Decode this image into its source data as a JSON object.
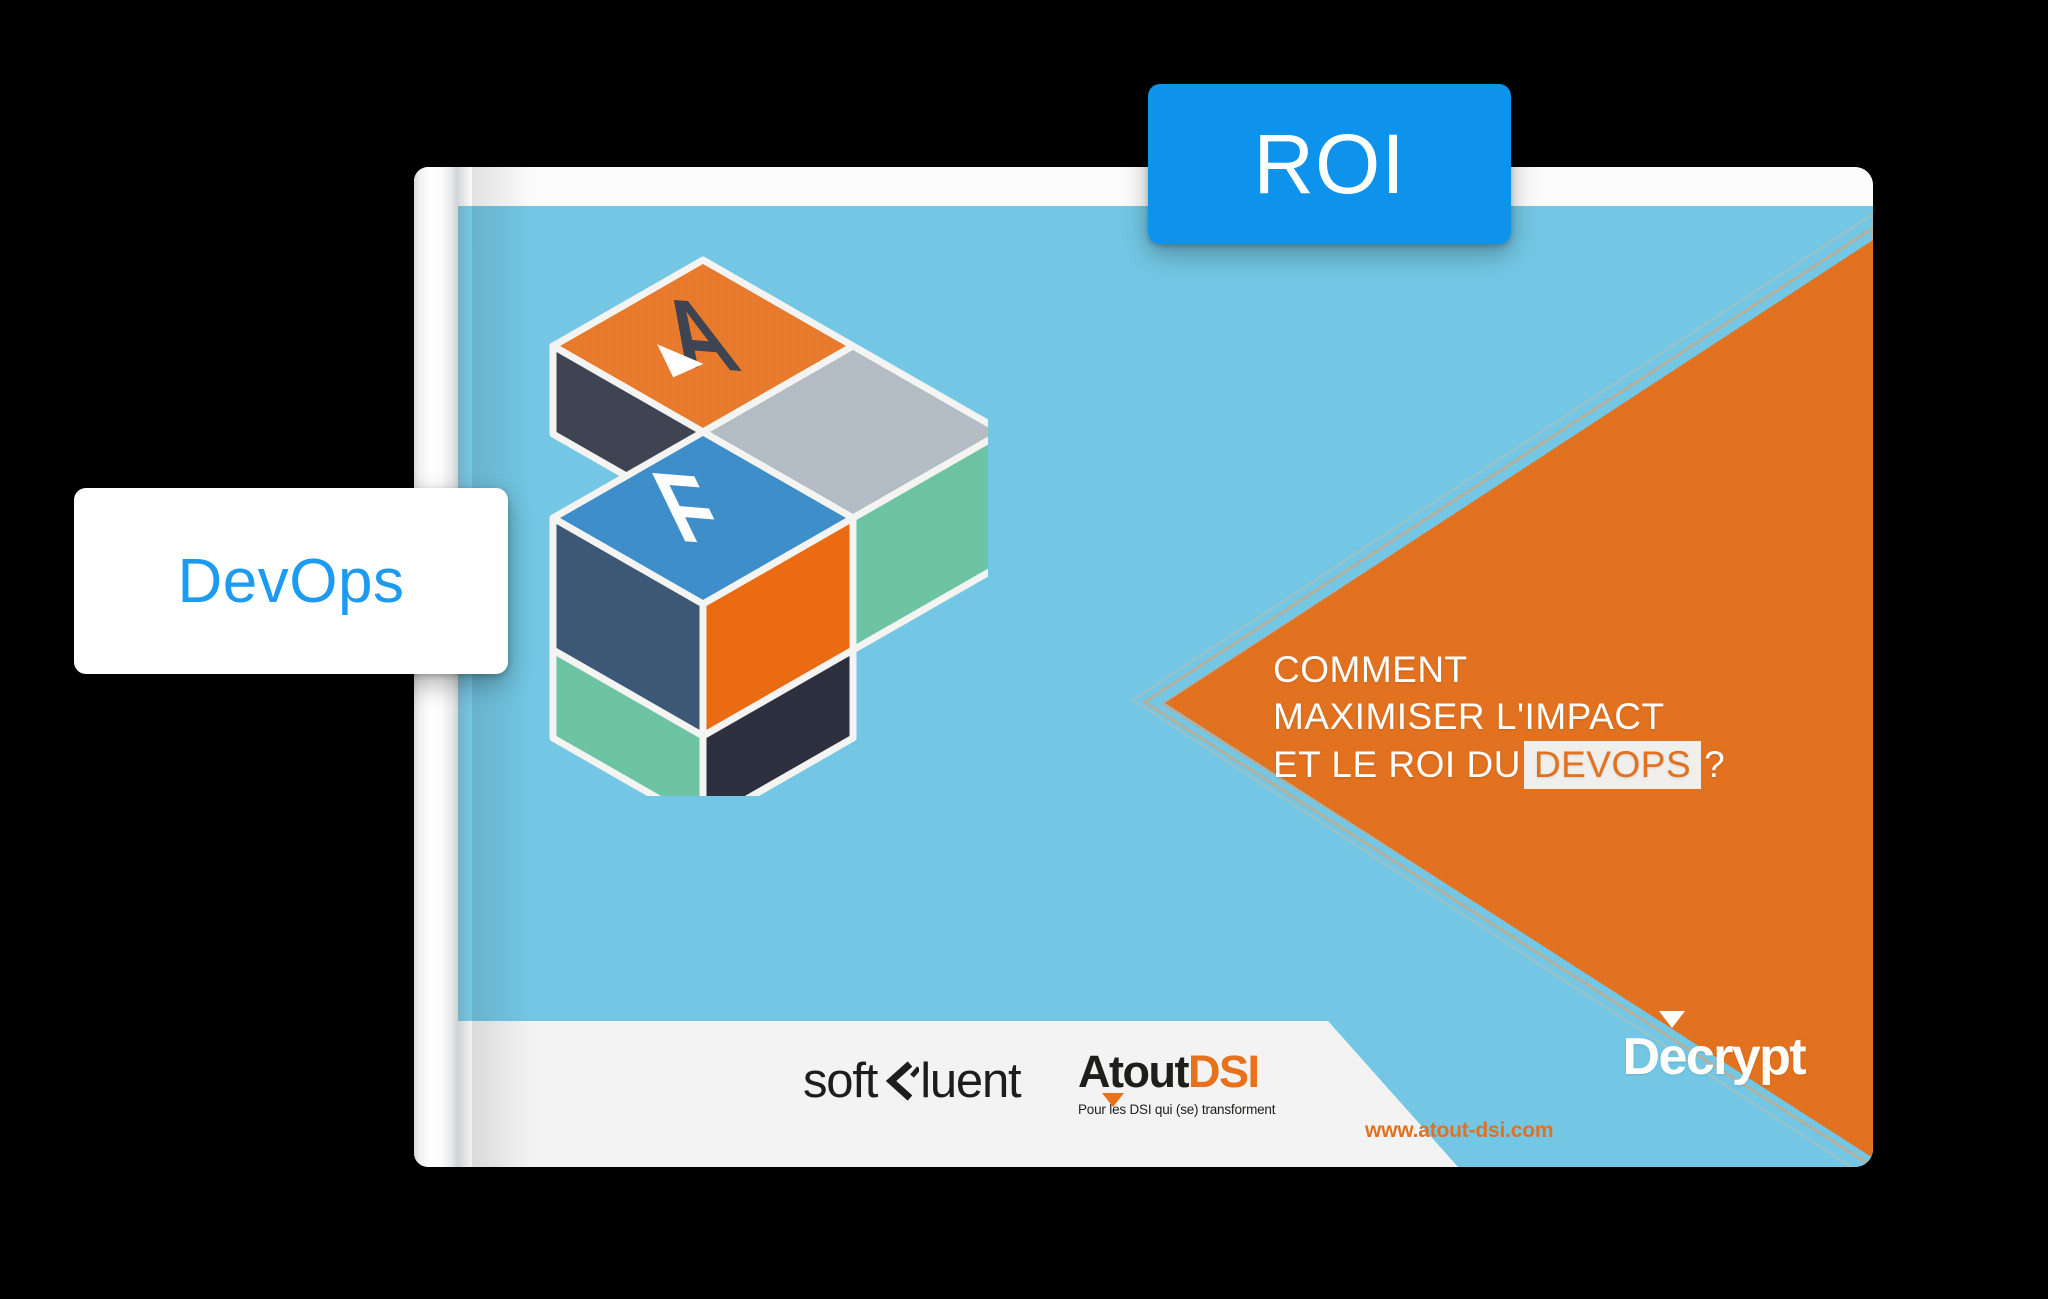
{
  "badges": [
    {
      "id": "roi",
      "label": "ROI",
      "bg": "#0d93ec",
      "fg": "#ffffff"
    },
    {
      "id": "devops",
      "label": "DevOps",
      "bg": "#ffffff",
      "fg": "#1d9bf0"
    }
  ],
  "book": {
    "cover": {
      "background_color": "#72c7e4",
      "accent_color": "#e2701f",
      "title": {
        "line1": "COMMENT",
        "line2": "MAXIMISER L'IMPACT",
        "line3_before": "ET LE ROI DU",
        "line3_highlight": "DEVOPS",
        "line3_after": "?"
      },
      "logos": {
        "softfluent": {
          "part1": "soft",
          "icon": "chevron-f-icon",
          "part2": "luent"
        },
        "atoutdsi": {
          "name_dark": "Atout",
          "name_orange": "DSI",
          "tagline": "Pour les DSI qui (se) transforment"
        },
        "decrypt": {
          "before": "D",
          "accent_letter": "e",
          "after": "crypt"
        }
      },
      "website": "www.atout-dsi.com",
      "illustration": {
        "name": "isometric-cube-logo",
        "letters": [
          "A",
          "F"
        ],
        "face_colors": {
          "orange_top": "#e8792c",
          "orange_side": "#eb6a11",
          "grey_top": "#b3bcc4",
          "dark_navy": "#3e4352",
          "dark_slate": "#2b2f3e",
          "steel_blue": "#3c5775",
          "bright_blue": "#3d8dc9",
          "green": "#6cc3a4"
        }
      }
    }
  }
}
